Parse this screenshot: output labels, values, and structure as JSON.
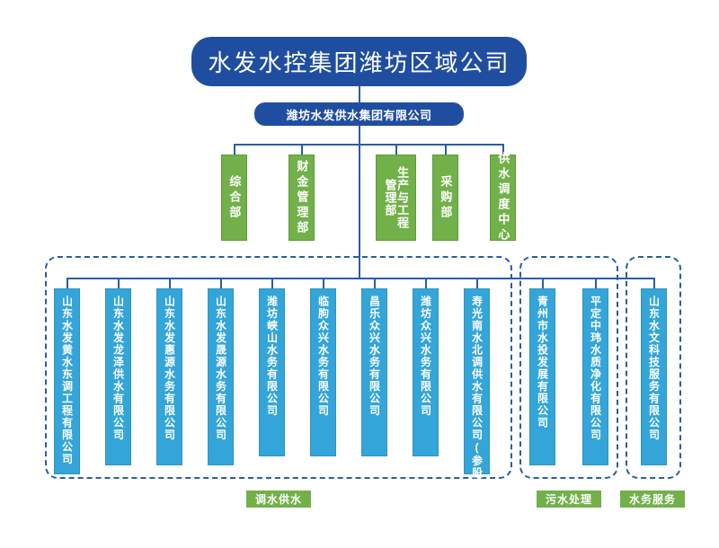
{
  "diagram": {
    "title": "水发水控集团潍坊区域公司",
    "type": "org-chart"
  },
  "root": {
    "label": "水发水控集团潍坊区域公司"
  },
  "level2": {
    "label": "潍坊水发供水集团有限公司"
  },
  "departments": [
    {
      "label": "综合部",
      "col_a": "综合部",
      "col_b": ""
    },
    {
      "label": "财金管理部",
      "col_a": "财金管理部",
      "col_b": ""
    },
    {
      "label": "生产与工程管理部",
      "col_a": "生产与工程",
      "col_b": "管理部"
    },
    {
      "label": "采购部",
      "col_a": "采购部",
      "col_b": ""
    },
    {
      "label": "供水调度中心",
      "col_a": "供水调度中心",
      "col_b": ""
    }
  ],
  "subsidiaries": [
    {
      "label": "山东水发黄水东调工程有限公司"
    },
    {
      "label": "山东水发龙泽供水有限公司"
    },
    {
      "label": "山东水发惠源水务有限公司"
    },
    {
      "label": "山东水发晟源水务有限公司"
    },
    {
      "label": "潍坊峡山水务有限公司"
    },
    {
      "label": "临朐众兴水务有限公司"
    },
    {
      "label": "昌乐众兴水务有限公司"
    },
    {
      "label": "潍坊众兴水务有限公司"
    },
    {
      "label": "寿光南水北调供水有限公司(参股)"
    },
    {
      "label": "青州市水投发展有限公司"
    },
    {
      "label": "平定中玮水质净化有限公司"
    },
    {
      "label": "山东水文科技服务有限公司"
    }
  ],
  "groups": [
    {
      "label": "调水供水"
    },
    {
      "label": "污水处理"
    },
    {
      "label": "水务服务"
    }
  ],
  "colors": {
    "dark_blue": "#1F4EA1",
    "connector_blue": "#2A5CAA",
    "green": "#72B04A",
    "light_blue": "#34A5D8",
    "white": "#FFFFFF"
  }
}
